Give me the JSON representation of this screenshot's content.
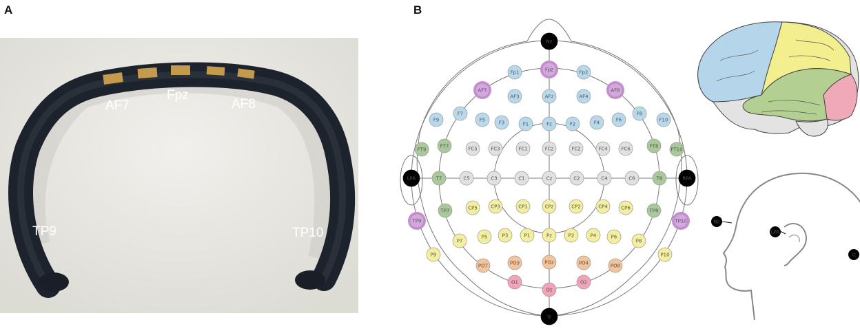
{
  "panels": {
    "a_letter": "A",
    "b_letter": "B"
  },
  "headband": {
    "labels": {
      "af7": "AF7",
      "fpz": "Fpz",
      "af8": "AF8",
      "tp9": "TP9",
      "tp10": "TP10"
    }
  },
  "electrodes": [
    {
      "t": "Nz",
      "c": "black"
    },
    {
      "t": "Fp1",
      "c": "blue"
    },
    {
      "t": "Fpz",
      "c": "purple"
    },
    {
      "t": "Fp2",
      "c": "blue"
    },
    {
      "t": "AF7",
      "c": "purple"
    },
    {
      "t": "AF3",
      "c": "blue"
    },
    {
      "t": "AFz",
      "c": "blue"
    },
    {
      "t": "AF4",
      "c": "blue"
    },
    {
      "t": "AF8",
      "c": "purple"
    },
    {
      "t": "F9",
      "c": "blue"
    },
    {
      "t": "F7",
      "c": "blue"
    },
    {
      "t": "F5",
      "c": "blue"
    },
    {
      "t": "F3",
      "c": "blue"
    },
    {
      "t": "F1",
      "c": "blue"
    },
    {
      "t": "Fz",
      "c": "blue"
    },
    {
      "t": "F2",
      "c": "blue"
    },
    {
      "t": "F4",
      "c": "blue"
    },
    {
      "t": "F6",
      "c": "blue"
    },
    {
      "t": "F8",
      "c": "blue"
    },
    {
      "t": "F10",
      "c": "blue"
    },
    {
      "t": "FT9",
      "c": "green"
    },
    {
      "t": "FT7",
      "c": "green"
    },
    {
      "t": "FC5",
      "c": "gray"
    },
    {
      "t": "FC3",
      "c": "gray"
    },
    {
      "t": "FC1",
      "c": "gray"
    },
    {
      "t": "FCz",
      "c": "gray"
    },
    {
      "t": "FC2",
      "c": "gray"
    },
    {
      "t": "FC4",
      "c": "gray"
    },
    {
      "t": "FC6",
      "c": "gray"
    },
    {
      "t": "FT8",
      "c": "green"
    },
    {
      "t": "FT10",
      "c": "green"
    },
    {
      "t": "LPA",
      "c": "black"
    },
    {
      "t": "T7",
      "c": "green"
    },
    {
      "t": "C5",
      "c": "gray"
    },
    {
      "t": "C3",
      "c": "gray"
    },
    {
      "t": "C1",
      "c": "gray"
    },
    {
      "t": "Cz",
      "c": "gray"
    },
    {
      "t": "C2",
      "c": "gray"
    },
    {
      "t": "C4",
      "c": "gray"
    },
    {
      "t": "C6",
      "c": "gray"
    },
    {
      "t": "T8",
      "c": "green"
    },
    {
      "t": "RPA",
      "c": "black"
    },
    {
      "t": "TP9",
      "c": "purple"
    },
    {
      "t": "TP7",
      "c": "green"
    },
    {
      "t": "CP5",
      "c": "yellow"
    },
    {
      "t": "CP3",
      "c": "yellow"
    },
    {
      "t": "CP1",
      "c": "yellow"
    },
    {
      "t": "CPz",
      "c": "yellow"
    },
    {
      "t": "CP2",
      "c": "yellow"
    },
    {
      "t": "CP4",
      "c": "yellow"
    },
    {
      "t": "CP6",
      "c": "yellow"
    },
    {
      "t": "TP8",
      "c": "green"
    },
    {
      "t": "TP10",
      "c": "purple"
    },
    {
      "t": "P9",
      "c": "yellow"
    },
    {
      "t": "P7",
      "c": "yellow"
    },
    {
      "t": "P5",
      "c": "yellow"
    },
    {
      "t": "P3",
      "c": "yellow"
    },
    {
      "t": "P1",
      "c": "yellow"
    },
    {
      "t": "Pz",
      "c": "yellow"
    },
    {
      "t": "P2",
      "c": "yellow"
    },
    {
      "t": "P4",
      "c": "yellow"
    },
    {
      "t": "P6",
      "c": "yellow"
    },
    {
      "t": "P8",
      "c": "yellow"
    },
    {
      "t": "P10",
      "c": "yellow"
    },
    {
      "t": "PO7",
      "c": "orange"
    },
    {
      "t": "PO3",
      "c": "orange"
    },
    {
      "t": "POz",
      "c": "orange"
    },
    {
      "t": "PO4",
      "c": "orange"
    },
    {
      "t": "PO8",
      "c": "orange"
    },
    {
      "t": "O1",
      "c": "pink"
    },
    {
      "t": "Oz",
      "c": "pink"
    },
    {
      "t": "O2",
      "c": "pink"
    },
    {
      "t": "Iz",
      "c": "black"
    }
  ],
  "profile": {
    "nz": "Nz",
    "lpa": "LPA",
    "iz": "Iz"
  },
  "colors": {
    "blue": "#b8d8ec",
    "purple": "#d6a6e0",
    "purple_ring": "#c98bd6",
    "green": "#a9c99a",
    "gray": "#e1e1e1",
    "yellow": "#f3ef9f",
    "orange": "#f5c39a",
    "pink": "#f2a3b7",
    "black": "#000000",
    "frontal": "#b5d6ea",
    "parietal": "#f3ee8e",
    "temporal": "#b4cf92",
    "occipital": "#f0a9b7",
    "cerebellum": "#e3e3e3"
  }
}
